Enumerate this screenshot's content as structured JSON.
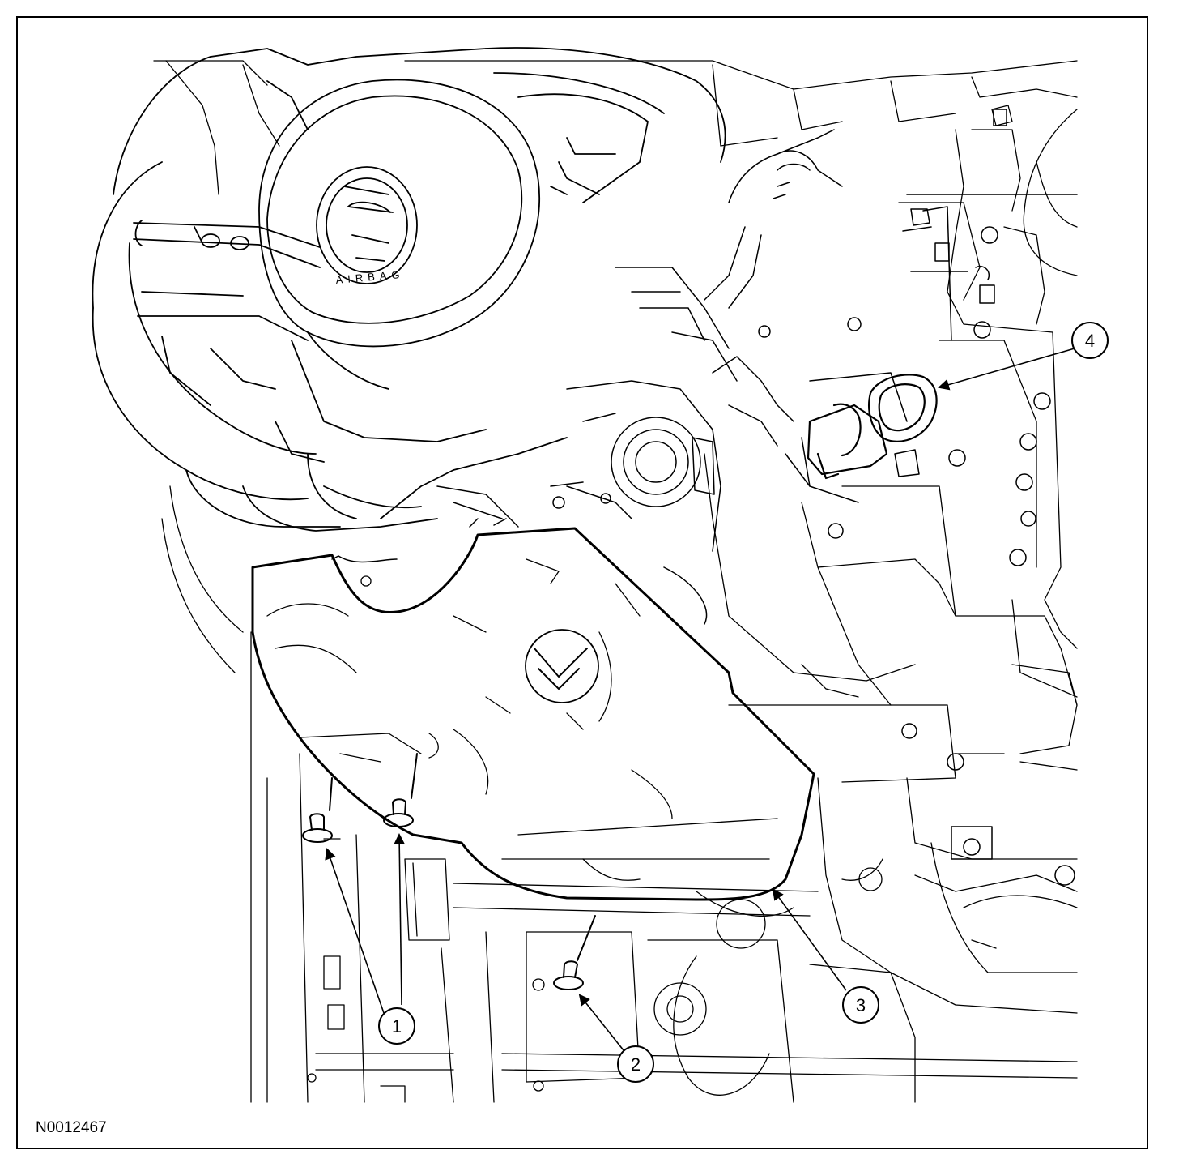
{
  "figure": {
    "id_label": "N0012467",
    "airbag_text": "AIRBAG",
    "callouts": [
      {
        "number": "1",
        "target": "screw"
      },
      {
        "number": "1",
        "target": "screw"
      },
      {
        "number": "2",
        "target": "screw"
      },
      {
        "number": "3",
        "target": "lower steering column shroud"
      },
      {
        "number": "4",
        "target": "connector"
      }
    ]
  }
}
